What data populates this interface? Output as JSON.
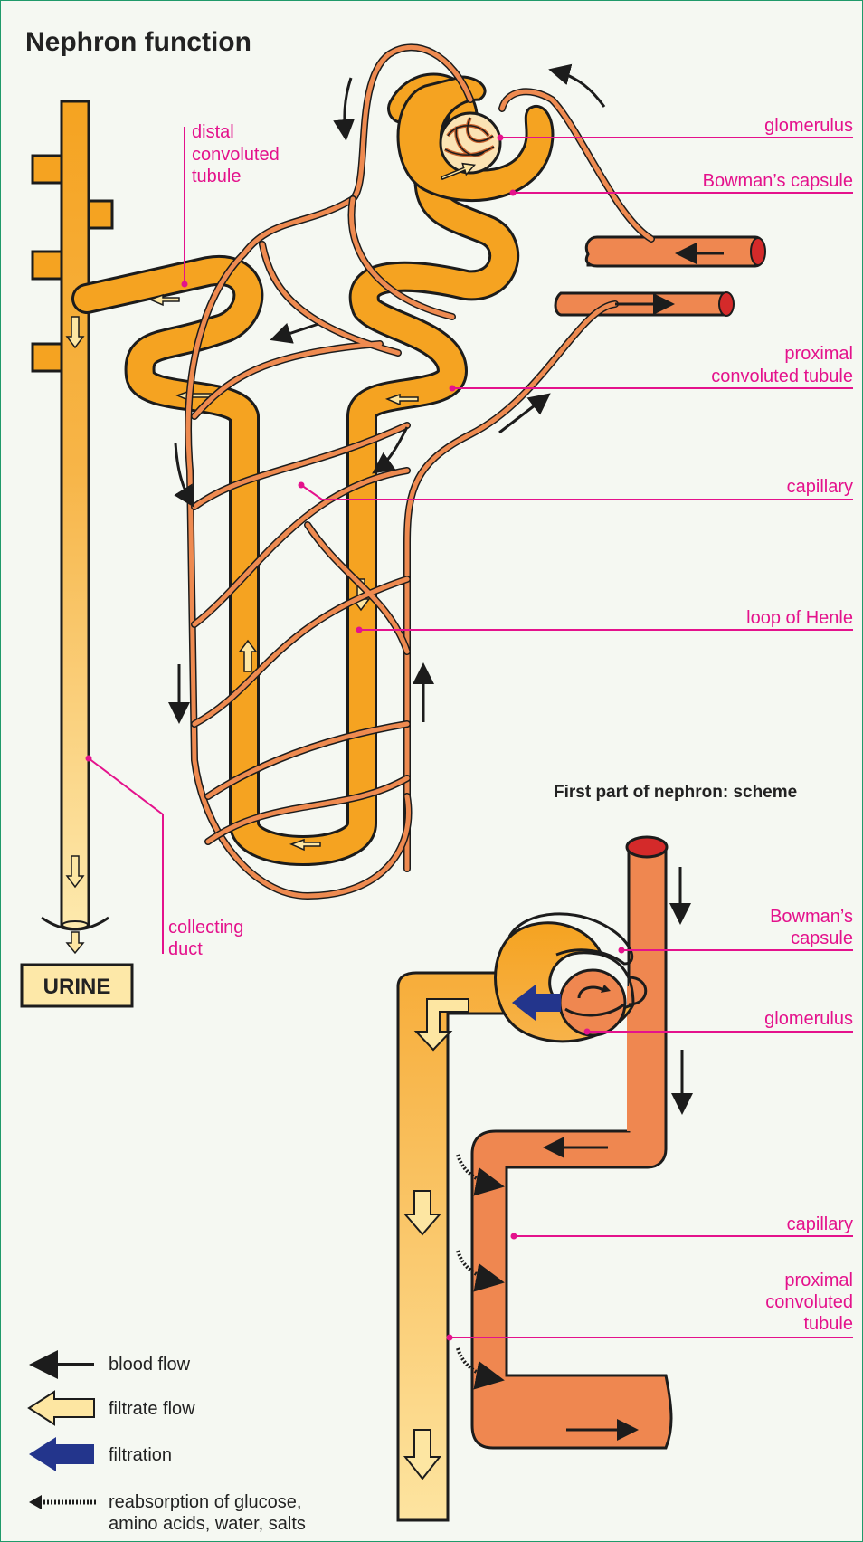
{
  "title": "Nephron function",
  "scheme_title": "First part of nephron: scheme",
  "urine_label": "URINE",
  "colors": {
    "tubule": "#f5a321",
    "capillary": "#ef8750",
    "label": "#e4128c",
    "filtrate_arrow": "#fde6a2",
    "filtration_arrow": "#23358c",
    "background": "#f5f8f2",
    "border": "#1f9a6a"
  },
  "main_labels": {
    "distal": [
      "distal",
      "convoluted",
      "tubule"
    ],
    "glomerulus": "glomerulus",
    "bowmans_capsule": "Bowman’s capsule",
    "proximal": [
      "proximal",
      "convoluted tubule"
    ],
    "capillary": "capillary",
    "loop_of_henle": "loop of Henle",
    "collecting_duct": [
      "collecting",
      "duct"
    ]
  },
  "scheme_labels": {
    "bowmans_capsule": [
      "Bowman’s",
      "capsule"
    ],
    "glomerulus": "glomerulus",
    "capillary": "capillary",
    "proximal": [
      "proximal",
      "convoluted",
      "tubule"
    ]
  },
  "legend": {
    "blood_flow": "blood flow",
    "filtrate_flow": "filtrate flow",
    "filtration": "filtration",
    "reabsorption": [
      "reabsorption of glucose,",
      "amino acids, water, salts"
    ]
  }
}
